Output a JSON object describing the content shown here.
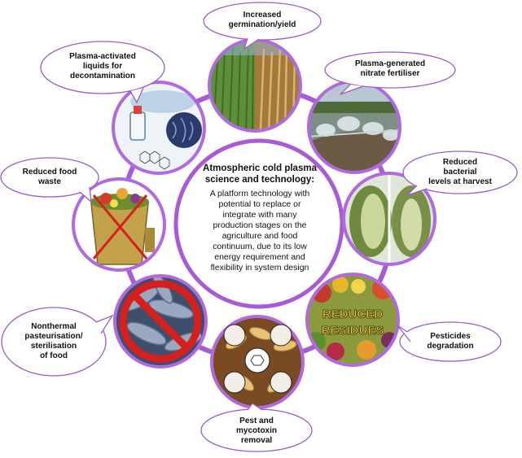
{
  "colors": {
    "ring": "#a95bd6",
    "bubble_border": "#9b5bc9",
    "node_border": "#b06ae0"
  },
  "center": {
    "title_lines": [
      "Atmospheric cold plasma",
      "science and technology:"
    ],
    "body_lines": [
      "A platform technology with",
      "potential to replace or",
      "integrate with many",
      "production stages on the",
      "agriculture and food",
      "continuum, due to its low",
      "energy requirement and",
      "flexibility in system design"
    ]
  },
  "bubbles": {
    "germination": [
      "Increased",
      "germination/yield"
    ],
    "fertiliser": [
      "Plasma-generated",
      "nitrate fertiliser"
    ],
    "bacterial": [
      "Reduced",
      "bacterial",
      "levels at harvest"
    ],
    "pesticides": [
      "Pesticides",
      "degradation"
    ],
    "pest": [
      "Pest and",
      "mycotoxin",
      "removal"
    ],
    "pasteurisation": [
      "Nonthermal",
      "pasteurisation/",
      "sterilisation",
      "of food"
    ],
    "food_waste": [
      "Reduced food",
      "waste"
    ],
    "liquids": [
      "Plasma-activated",
      "liquids for",
      "decontamination"
    ]
  },
  "images": {
    "residues_stamp": [
      "REDUCED",
      "RESIDUES"
    ]
  }
}
